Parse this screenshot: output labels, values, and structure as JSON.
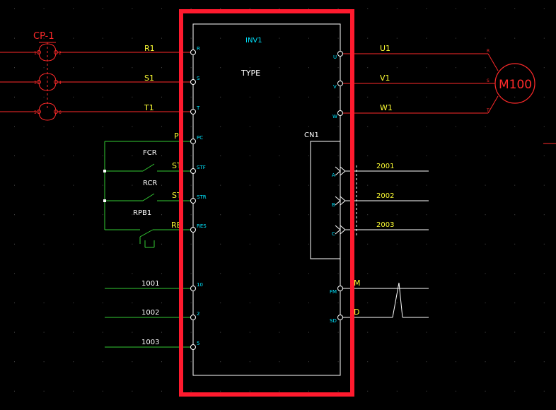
{
  "colors": {
    "background": "#000000",
    "power_wire": "#ff2a2a",
    "control_wire": "#33cc33",
    "signal_wire": "#ffffff",
    "label_yellow": "#ffff33",
    "label_cyan": "#00e5ff",
    "label_white": "#ffffff",
    "selection_box": "#ff1a2e",
    "dot_grid": "#4d4d4d"
  },
  "breaker": {
    "label": "CP-1",
    "pin_labels": [
      "1",
      "2",
      "3",
      "4",
      "5",
      "6"
    ]
  },
  "inverter": {
    "name": "INV1",
    "type_text": "TYPE",
    "left_pins": [
      "R",
      "S",
      "T",
      "PC",
      "STF",
      "STR",
      "RES",
      "10",
      "2",
      "5"
    ],
    "right_pins": [
      "U",
      "V",
      "W",
      "A",
      "B",
      "C",
      "FM",
      "SD"
    ],
    "connector": "CN1"
  },
  "wires": {
    "input_power": [
      "R1",
      "S1",
      "T1"
    ],
    "output_power": [
      "U1",
      "V1",
      "W1"
    ],
    "control": [
      "P",
      "ST",
      "ST",
      "RE"
    ],
    "analog": [
      "1001",
      "1002",
      "1003"
    ],
    "encoder": [
      "2001",
      "2002",
      "2003"
    ],
    "meter": [
      "M",
      "D"
    ]
  },
  "contacts": [
    "FCR",
    "RCR",
    "RPB1"
  ],
  "motor": {
    "label": "M100",
    "pin_labels": [
      "R",
      "S",
      "T"
    ]
  }
}
